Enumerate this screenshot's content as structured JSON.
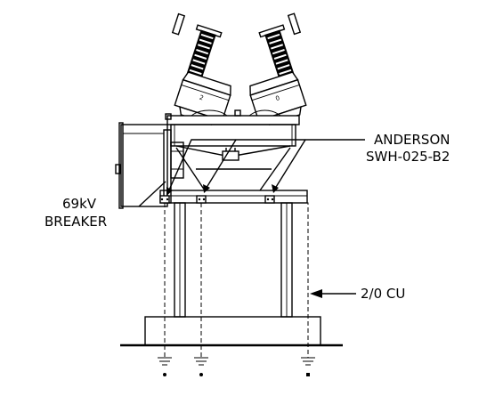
{
  "labels": {
    "breaker_line1": "69kV",
    "breaker_line2": "BREAKER",
    "switch_line1": "ANDERSON",
    "switch_line2": "SWH-025-B2",
    "conductor": "2/0 CU"
  },
  "nameplates": {
    "left_bushing_mark": "2",
    "right_bushing_mark": "0"
  }
}
